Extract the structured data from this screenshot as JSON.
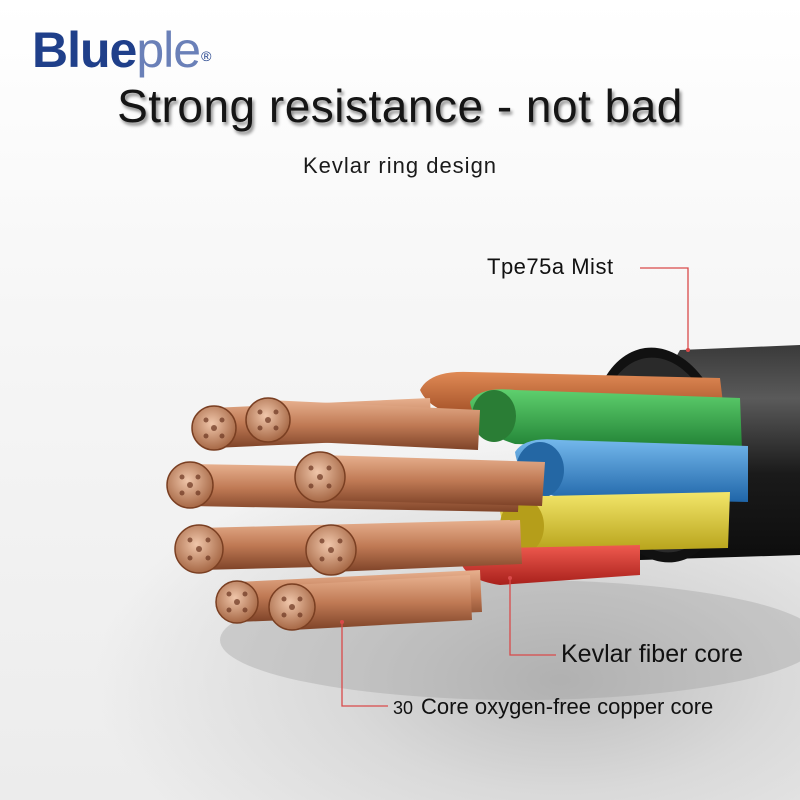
{
  "brand": {
    "main": "Blue",
    "rest": "ple",
    "reg": "®"
  },
  "headline": "Strong resistance - not bad",
  "subtitle": "Kevlar ring design",
  "callouts": {
    "outer_jacket": "Tpe75a Mist",
    "kevlar": "Kevlar fiber core",
    "copper_count": "30",
    "copper": "Core oxygen-free copper core"
  },
  "colors": {
    "brand": "#1f3f8a",
    "leader_line": "#d94a4a",
    "jacket": "#1c1c1c",
    "orange_wire": "#c76a35",
    "green_wire": "#2fa84a",
    "blue_wire": "#3a8fd4",
    "yellow_wire": "#e2cf33",
    "red_wire": "#d8362f",
    "copper": "#c98461"
  }
}
